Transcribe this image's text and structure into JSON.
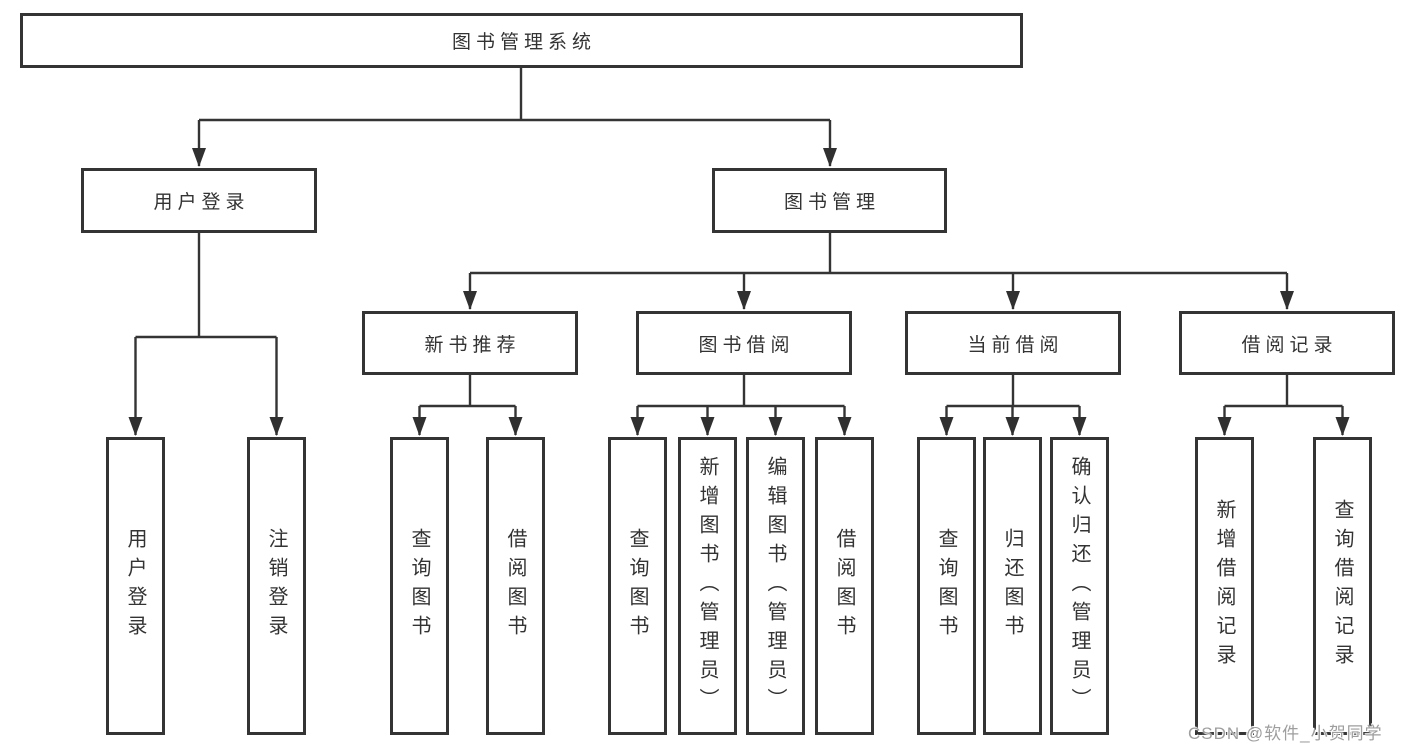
{
  "tree": {
    "root": "图书管理系统",
    "branches": [
      "用户登录",
      "图书管理"
    ],
    "modules": [
      "新书推荐",
      "图书借阅",
      "当前借阅",
      "借阅记录"
    ],
    "leaves": [
      "用户登录",
      "注销登录",
      "查询图书",
      "借阅图书",
      "查询图书",
      "新增图书（管理员）",
      "编辑图书（管理员）",
      "借阅图书",
      "查询图书",
      "归还图书",
      "确认归还（管理员）",
      "新增借阅记录",
      "查询借阅记录"
    ]
  },
  "watermark": {
    "text": "CSDN @软件_小贺同学"
  },
  "colors": {
    "line": "#343434",
    "arrow": "#303030",
    "box_border": "#343434",
    "box_fill": "#ffffff",
    "text": "#333333",
    "watermark_text": "#9e9e9e",
    "background": "#ffffff"
  }
}
